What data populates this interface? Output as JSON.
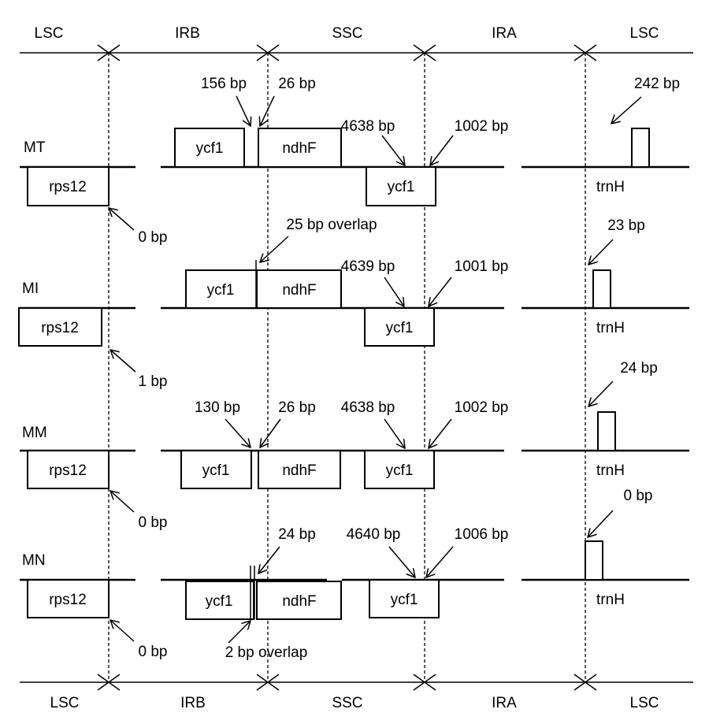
{
  "regions_top": [
    "LSC",
    "IRB",
    "SSC",
    "IRA",
    "LSC"
  ],
  "regions_bottom": [
    "LSC",
    "IRB",
    "SSC",
    "IRA",
    "LSC"
  ],
  "tracks": [
    {
      "species": "MT",
      "genes": [
        "rps12",
        "ycf1",
        "ndhF",
        "ycf1",
        "trnH"
      ],
      "labels": [
        "156 bp",
        "26 bp",
        "4638 bp",
        "1002 bp",
        "242 bp",
        "0 bp"
      ]
    },
    {
      "species": "MI",
      "genes": [
        "rps12",
        "ycf1",
        "ndhF",
        "ycf1",
        "trnH"
      ],
      "labels": [
        "25 bp overlap",
        "4639 bp",
        "1001 bp",
        "23 bp",
        "1 bp"
      ]
    },
    {
      "species": "MM",
      "genes": [
        "rps12",
        "ycf1",
        "ndhF",
        "ycf1",
        "trnH"
      ],
      "labels": [
        "130 bp",
        "26 bp",
        "4638 bp",
        "1002 bp",
        "24 bp",
        "0 bp"
      ]
    },
    {
      "species": "MN",
      "genes": [
        "rps12",
        "ycf1",
        "ndhF",
        "ycf1",
        "trnH"
      ],
      "labels": [
        "24 bp",
        "4640 bp",
        "1006 bp",
        "0 bp",
        "0 bp",
        "2 bp overlap"
      ]
    }
  ]
}
